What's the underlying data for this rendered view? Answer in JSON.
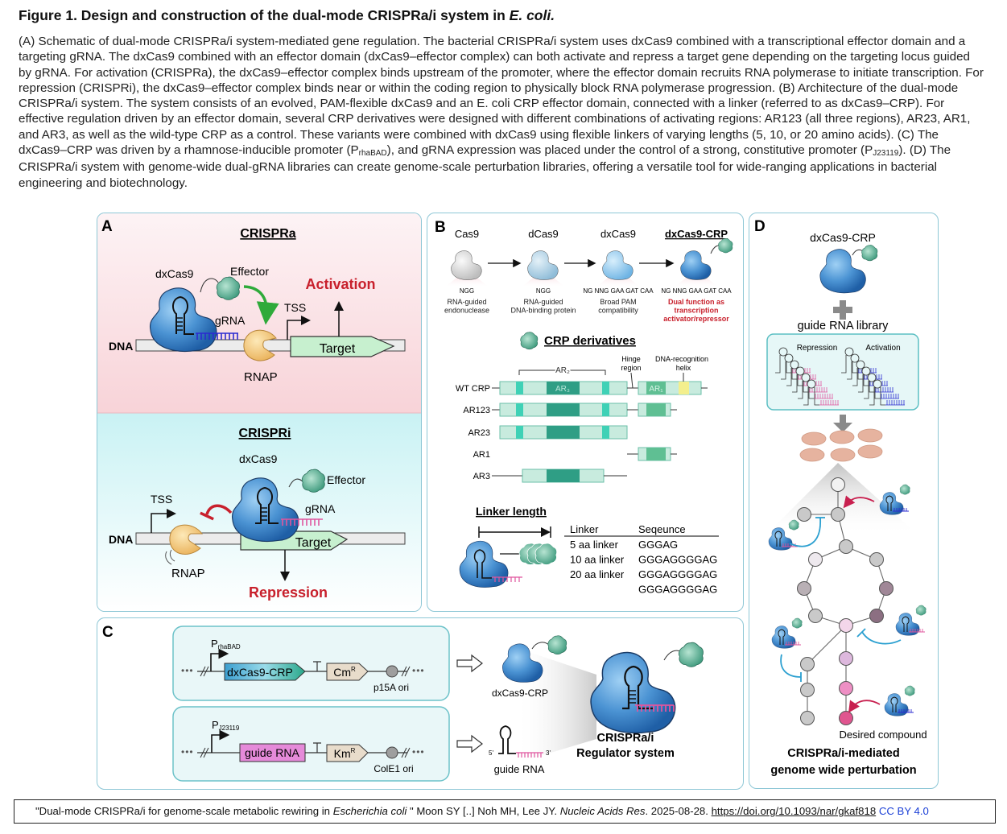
{
  "figure": {
    "title_prefix": "Figure 1. Design and construction of the dual-mode CRISPRa/i system in ",
    "title_italic": "E. coli.",
    "caption": {
      "part1": "(A) Schematic of dual-mode CRISPRa/i system-mediated gene regulation. The bacterial CRISPRa/i system uses dxCas9 combined with a transcriptional effector domain and a targeting gRNA. The dxCas9 combined with an effector domain (dxCas9–effector complex) can both activate and repress a target gene depending on the targeting locus guided by gRNA. For activation (CRISPRa), the dxCas9–effector complex binds upstream of the promoter, where the effector domain recruits RNA polymerase to initiate transcription. For repression (CRISPRi), the dxCas9–effector complex binds near or within the coding region to physically block RNA polymerase progression. (B) Architecture of the dual-mode CRISPRa/i system. The system consists of an evolved, PAM-flexible dxCas9 and an E. coli CRP effector domain, connected with a linker (referred to as dxCas9–CRP). For effective regulation driven by an effector domain, several CRP derivatives were designed with different combinations of activating regions: AR123 (all three regions), AR23, AR1, and AR3, as well as the wild-type CRP as a control. These variants were combined with dxCas9 using flexible linkers of varying lengths (5, 10, or 20 amino acids). (C) The dxCas9–CRP was driven by a rhamnose-inducible promoter (P",
      "sub1": "rhaBAD",
      "part2": "), and gRNA expression was placed under the control of a strong, constitutive promoter (P",
      "sub2": "J23119",
      "part3": "). (D) The CRISPRa/i system with genome-wide dual-gRNA libraries can create genome-scale perturbation libraries, offering a versatile tool for wide-ranging applications in bacterial engineering and biotechnology."
    }
  },
  "panelA": {
    "label": "A",
    "top": {
      "heading": "CRISPRa",
      "cas": "dxCas9",
      "effector": "Effector",
      "grna": "gRNA",
      "dna": "DNA",
      "tss": "TSS",
      "target": "Target",
      "rnap": "RNAP",
      "result": "Activation"
    },
    "bottom": {
      "heading": "CRISPRi",
      "cas": "dxCas9",
      "effector": "Effector",
      "grna": "gRNA",
      "dna": "DNA",
      "tss": "TSS",
      "target": "Target",
      "rnap": "RNAP",
      "result": "Repression"
    }
  },
  "panelB": {
    "label": "B",
    "evolution": [
      {
        "name": "Cas9",
        "pam": "NGG",
        "desc1": "RNA-guided",
        "desc2": "endonuclease",
        "desc3": ""
      },
      {
        "name": "dCas9",
        "pam": "NGG",
        "desc1": "RNA-guided",
        "desc2": "DNA-binding protein",
        "desc3": ""
      },
      {
        "name": "dxCas9",
        "pam": "NG NNG GAA GAT CAA",
        "desc1": "Broad PAM",
        "desc2": "compatibility",
        "desc3": ""
      },
      {
        "name": "dxCas9-CRP",
        "pam": "NG NNG GAA GAT CAA",
        "desc1": "Dual function as",
        "desc2": "transcription",
        "desc3": "activator/repressor"
      }
    ],
    "crp_heading": "CRP derivatives",
    "hinge": [
      "Hinge",
      "region"
    ],
    "dna_helix": [
      "DNA-recognition",
      "helix"
    ],
    "ar2": "AR₂",
    "ar3": "AR₃",
    "ar1": "AR₁",
    "variants": [
      "WT CRP",
      "AR123",
      "AR23",
      "AR1",
      "AR3"
    ],
    "linker_heading": "Linker length",
    "linker_table": {
      "headers": [
        "Linker",
        "Seqeunce"
      ],
      "rows": [
        [
          "5 aa linker",
          "GGGAG"
        ],
        [
          "10 aa linker",
          "GGGAGGGGAG"
        ],
        [
          "20 aa linker",
          "GGGAGGGGAG"
        ],
        [
          "",
          "GGGAGGGGAG"
        ]
      ]
    }
  },
  "panelC": {
    "label": "C",
    "construct1": {
      "promoter": "P",
      "promoter_sub": "rhaBAD",
      "gene": "dxCas9-CRP",
      "marker": "Cm",
      "marker_sup": "R",
      "ori": "p15A ori"
    },
    "construct2": {
      "promoter": "P",
      "promoter_sub": "J23119",
      "gene": "guide RNA",
      "marker": "Km",
      "marker_sup": "R",
      "ori": "ColE1 ori"
    },
    "product1": "dxCas9-CRP",
    "product2": "guide RNA",
    "five_prime": "5'",
    "three_prime": "3'",
    "system": [
      "CRISPRa/i",
      "Regulator system"
    ]
  },
  "panelD": {
    "label": "D",
    "cas": "dxCas9-CRP",
    "library": "guide RNA library",
    "repression": "Repression",
    "activation": "Activation",
    "compound": "Desired compound",
    "result": [
      "CRISPRa/i-mediated",
      "genome wide perturbation"
    ]
  },
  "footer": {
    "quote_start": "\"Dual-mode CRISPRa/i for genome-scale metabolic rewiring in ",
    "species": "Escherichia coli",
    "quote_end": " \" Moon SY [..] Noh MH, Lee JY. ",
    "journal": "Nucleic Acids Res",
    "date": ". 2025-08-28. ",
    "doi": "https://doi.org/10.1093/nar/gkaf818",
    "license": "CC BY 4.0"
  },
  "colors": {
    "cas_blue": "#3d84c6",
    "effector_green": "#4fae8f",
    "rnap_yellow": "#f2c26b",
    "target_green": "#c7f0cf",
    "activation_red": "#c8202c",
    "panel_border": "#8ec7d6",
    "grna_blue": "#2b2bd0",
    "grna_pink": "#e0559e",
    "link_blue": "#1a3fd6"
  }
}
